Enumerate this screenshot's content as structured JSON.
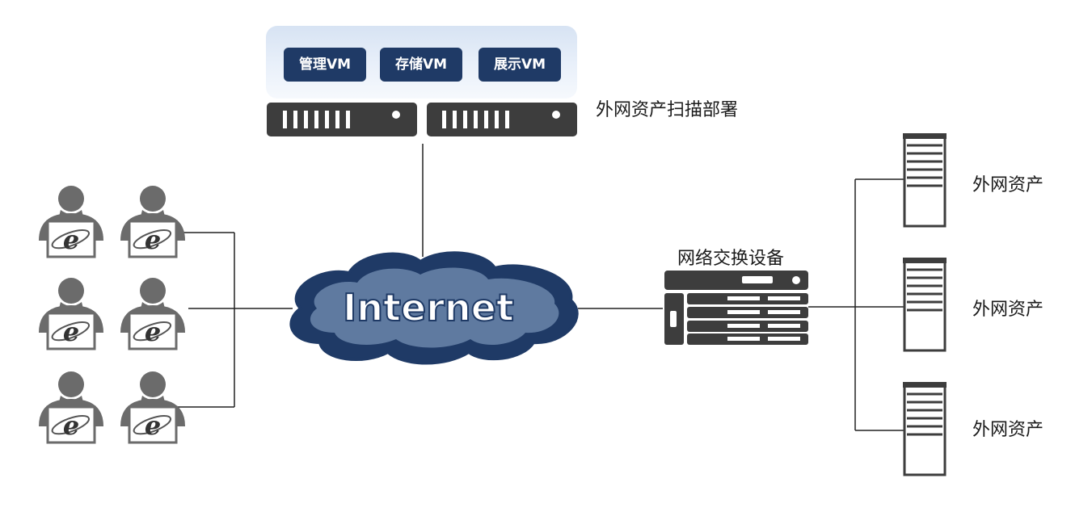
{
  "vm_buttons": [
    "管理VM",
    "存储VM",
    "展示VM"
  ],
  "scan_label": "外网资产扫描部署",
  "internet_label": "Internet",
  "switch_label": "网络交换设备",
  "asset_labels": [
    "外网资产",
    "外网资产",
    "外网资产"
  ],
  "client_icon": "user-with-ie-laptop-icon",
  "server_icon": "tower-server-icon",
  "colors": {
    "vm_button": "#1f3a66",
    "cloud": "#1f3a66",
    "cloud_inner": "#5f7aa0",
    "device": "#3d3d3d"
  }
}
